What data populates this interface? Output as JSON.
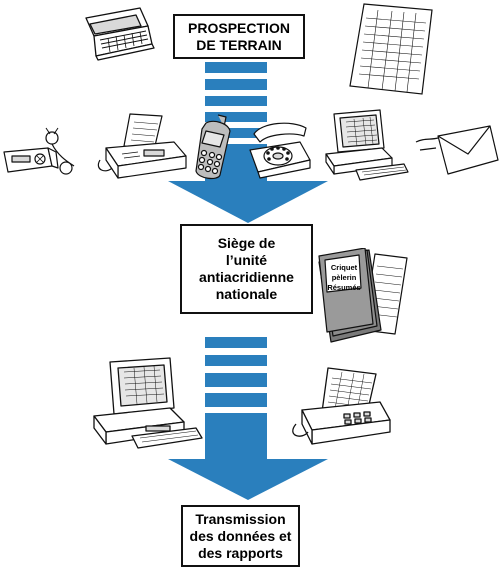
{
  "colors": {
    "arrow": "#2a7fbd",
    "outline": "#111111",
    "paper": "#ffffff",
    "screen": "#e6e6e6"
  },
  "boxes": {
    "top": {
      "line1": "PROSPECTION",
      "line2": "DE TERRAIN"
    },
    "middle": {
      "line1": "Siège de",
      "line2": "l’unité",
      "line3": "antiacridienne",
      "line4": "nationale"
    },
    "bottom": {
      "line1": "Transmission",
      "line2": "des données et",
      "line3": "des rapports"
    }
  },
  "report": {
    "line1": "Criquet",
    "line2": "pèlerin",
    "line3": "Résumés"
  },
  "icons": [
    "handheld-computer-icon",
    "data-sheet-icon",
    "radio-transceiver-icon",
    "fax-machine-icon",
    "mobile-phone-icon",
    "telephone-icon",
    "desktop-computer-icon",
    "email-envelope-icon",
    "report-stack-icon"
  ]
}
